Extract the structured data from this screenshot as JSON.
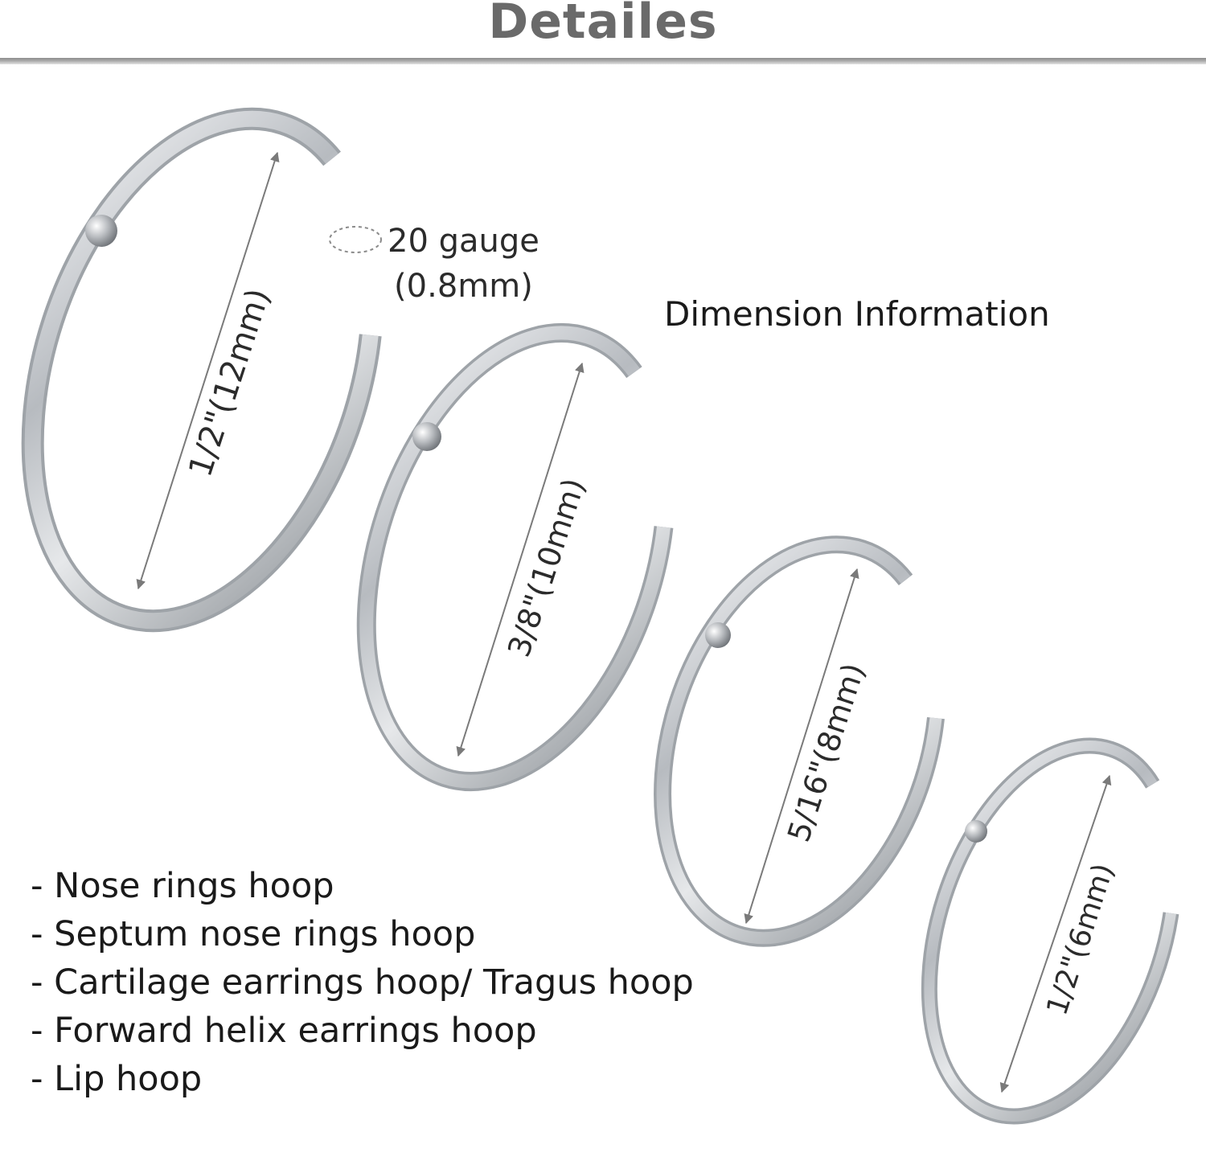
{
  "header": {
    "title": "Detailes"
  },
  "gauge": {
    "line1": "20 gauge",
    "line2": "(0.8mm)"
  },
  "section_label": "Dimension Information",
  "rings": [
    {
      "size_label": "1/2\"(12mm)"
    },
    {
      "size_label": "3/8\"(10mm)"
    },
    {
      "size_label": "5/16\"(8mm)"
    },
    {
      "size_label": "1/2\"(6mm)"
    }
  ],
  "uses": [
    "- Nose rings hoop",
    "- Septum nose rings hoop",
    "- Cartilage earrings hoop/ Tragus hoop",
    "- Forward helix earrings hoop",
    "- Lip hoop"
  ],
  "colors": {
    "title": "#6a6a6a",
    "ring_silver": "#c4c7cb",
    "text": "#1a1a1a"
  }
}
